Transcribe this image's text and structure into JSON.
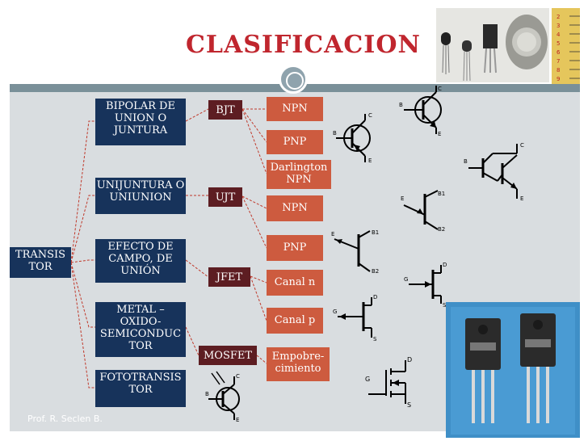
{
  "title": "CLASIFICACION",
  "footer": "Prof. R. Seclen B.",
  "root": "TRANSIS TOR",
  "families": [
    "BIPOLAR DE UNION O JUNTURA",
    "UNIJUNTURA O UNIUNION",
    "EFECTO DE CAMPO, DE UNIÓN",
    "METAL – OXIDO- SEMICONDUC TOR",
    "FOTOTRANSIS TOR"
  ],
  "acronyms": [
    "BJT",
    "UJT",
    "JFET",
    "MOSFET"
  ],
  "types": [
    "NPN",
    "PNP",
    "Darlington NPN",
    "NPN",
    "PNP",
    "Canal n",
    "Canal p",
    "Empobre- cimiento"
  ],
  "ruler_numbers": [
    "2",
    "3",
    "4",
    "5",
    "6",
    "7",
    "8",
    "9"
  ],
  "pin_labels": {
    "b": "B",
    "c": "C",
    "e": "E",
    "b1": "B1",
    "b2": "B2",
    "d": "D",
    "g": "G",
    "s": "S"
  }
}
